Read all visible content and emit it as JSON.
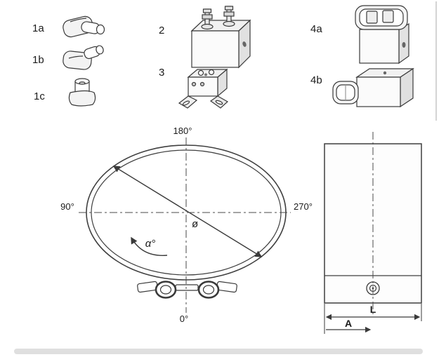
{
  "parts": {
    "p1a": "1a",
    "p1b": "1b",
    "p1c": "1c",
    "p2": "2",
    "p3": "3",
    "p4a": "4a",
    "p4b": "4b"
  },
  "clamp": {
    "angle_top": "180°",
    "angle_left": "90°",
    "angle_right": "270°",
    "angle_bottom": "0°",
    "diameter_label": "ø",
    "alpha_label": "α°"
  },
  "side": {
    "length_label": "L",
    "offset_label": "A"
  },
  "colors": {
    "line": "#3a3a3a",
    "shade": "#e4e4e4",
    "detail": "#666666"
  }
}
